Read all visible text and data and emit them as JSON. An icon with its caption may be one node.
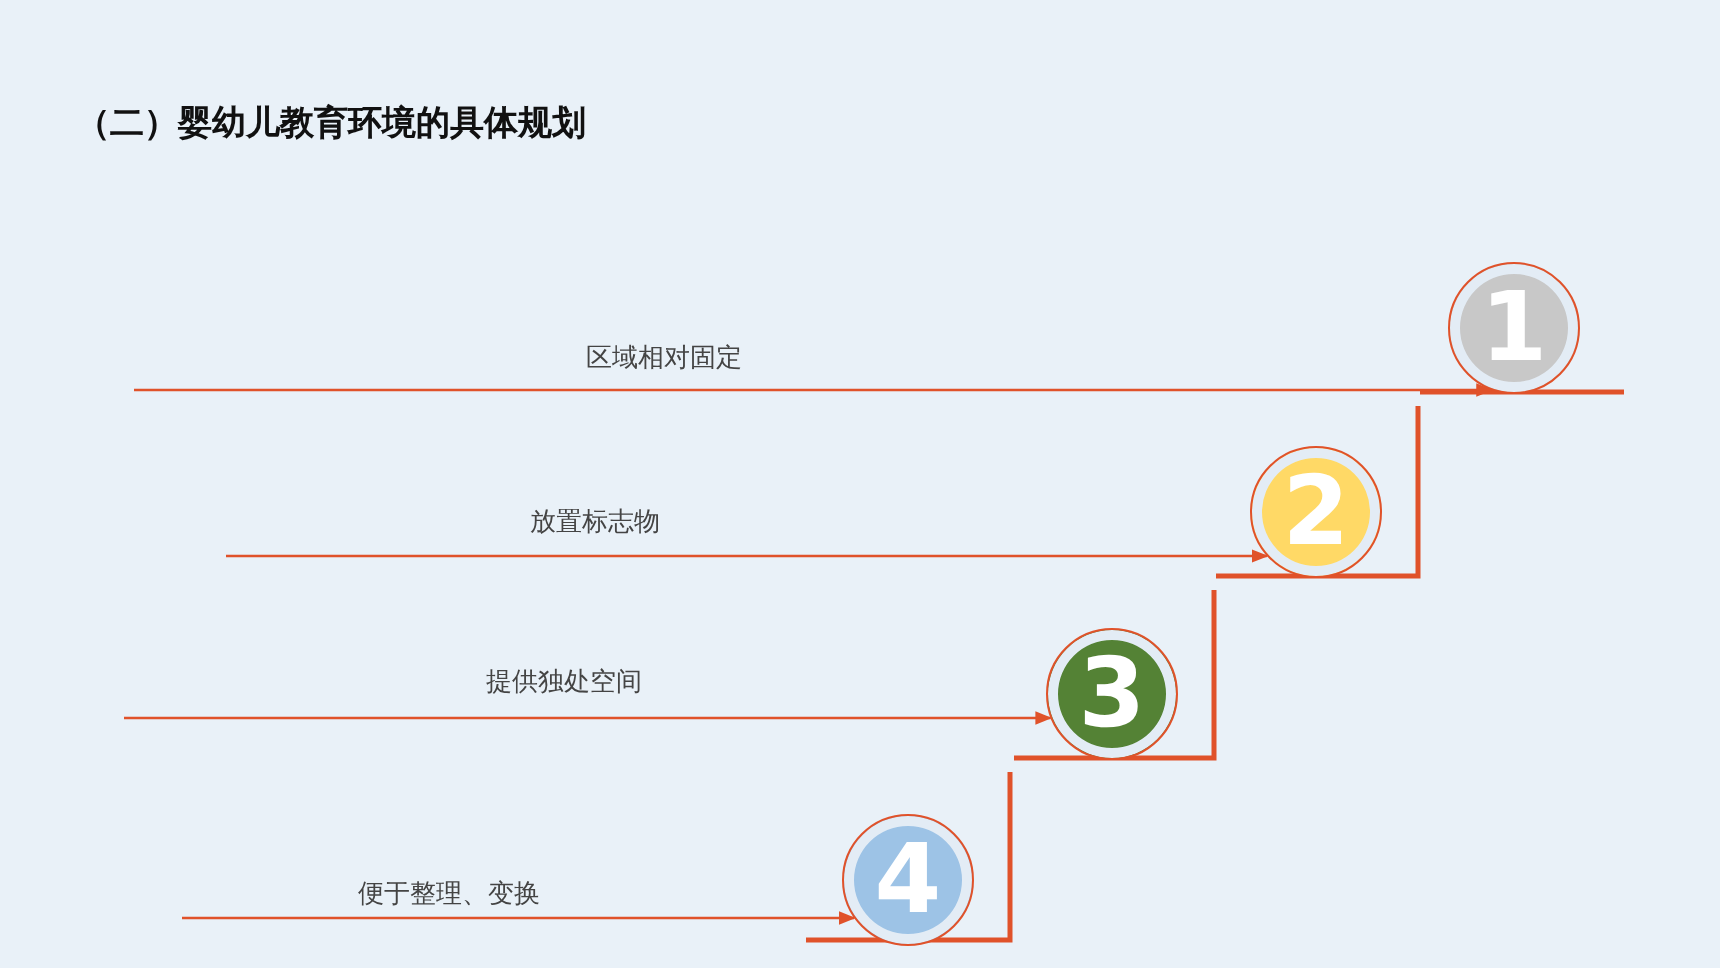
{
  "diagram": {
    "title": "（二）婴幼儿教育环境的具体规划",
    "nodes": [
      {
        "text": [
          "1"
        ]
      },
      {
        "text": [
          "2"
        ]
      },
      {
        "text": [
          "3"
        ]
      },
      {
        "text": [
          "4"
        ]
      }
    ],
    "edges": [
      {
        "from": null,
        "to": 0,
        "arrow": "to",
        "label": "区域相对固定"
      },
      {
        "from": null,
        "to": 1,
        "arrow": "to",
        "label": "放置标志物"
      },
      {
        "from": null,
        "to": 2,
        "arrow": "to",
        "label": "提供独处空间"
      },
      {
        "from": null,
        "to": 3,
        "arrow": "to",
        "label": "便于整理、变换"
      }
    ]
  }
}
